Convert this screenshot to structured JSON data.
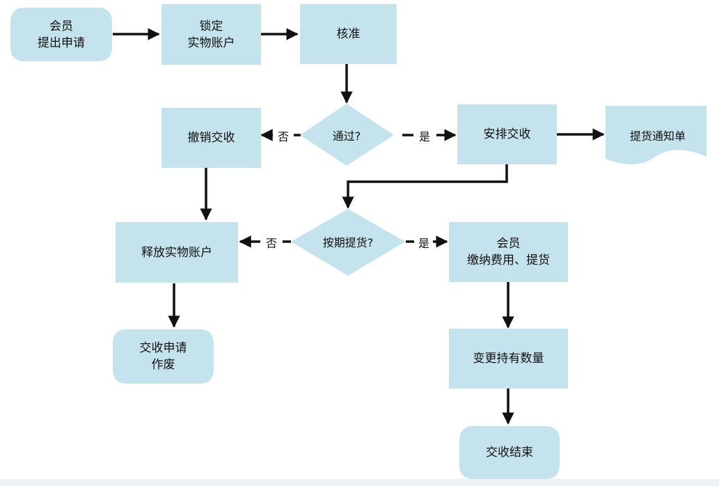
{
  "colors": {
    "node_fill": "#c5e3ec",
    "edge": "#111111",
    "background": "#ffffff"
  },
  "nodes": {
    "member_apply": "会员\n提出申请",
    "lock_account": "锁定\n实物账户",
    "approve": "核准",
    "passed": "通过?",
    "cancel_delivery": "撤销交收",
    "arrange_delivery": "安排交收",
    "delivery_notice": "提货通知单",
    "on_schedule": "按期提货?",
    "release_account": "释放实物账户",
    "member_pay": "会员\n缴纳费用、提货",
    "void_application": "交收申请\n作废",
    "change_holdings": "变更持有数量",
    "delivery_end": "交收结束"
  },
  "edge_labels": {
    "passed_no": "否",
    "passed_yes": "是",
    "schedule_no": "否",
    "schedule_yes": "是"
  }
}
